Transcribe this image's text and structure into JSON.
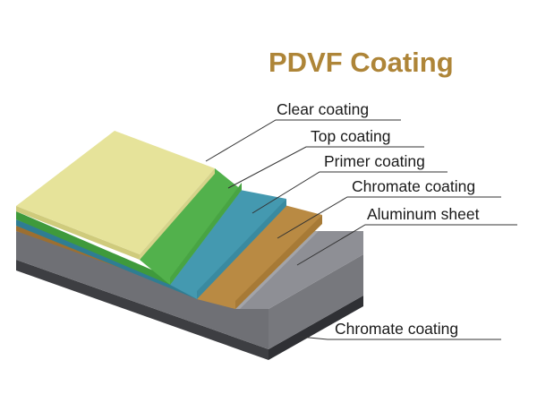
{
  "title": "PDVF Coating",
  "labels": {
    "clear_coating": "Clear coating",
    "top_coating": "Top coating",
    "primer_coating": "Primer coating",
    "chromate_coating_upper": "Chromate coating",
    "aluminum_sheet": "Aluminum sheet",
    "chromate_coating_lower": "Chromate coating"
  },
  "colors": {
    "title": "#ae8538",
    "clear_coating": "#e6e39a",
    "top_coating": "#52b14c",
    "primer_coating": "#4499b0",
    "chromate_coating": "#b98a43",
    "aluminum_sheet": "#8e8f95",
    "bottom_layer": "#3d3e42"
  }
}
